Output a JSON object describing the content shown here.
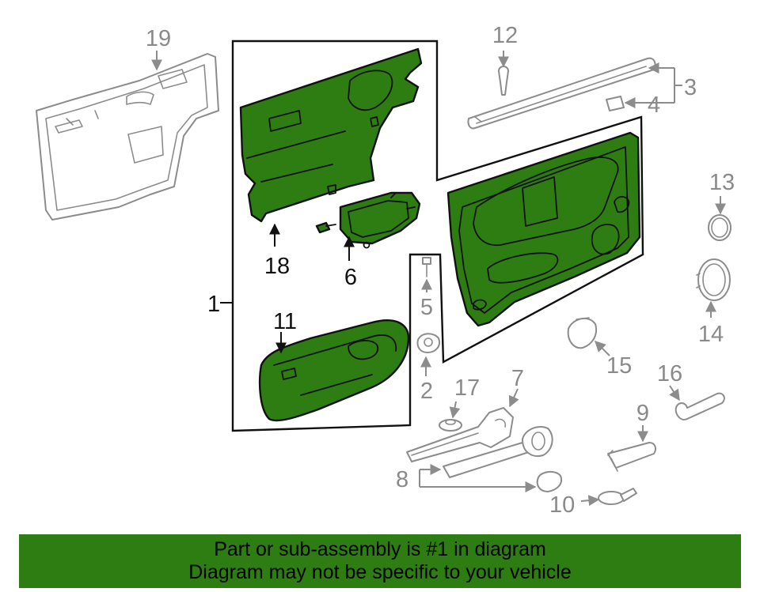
{
  "colors": {
    "highlight": "#2e7d13",
    "line": "#111111",
    "context": "#8c8c8c",
    "banner": "#2e7d13"
  },
  "callouts": {
    "c1": "1",
    "c2": "2",
    "c3": "3",
    "c4": "4",
    "c5": "5",
    "c6": "6",
    "c7": "7",
    "c8": "8",
    "c9": "9",
    "c10": "10",
    "c11": "11",
    "c12": "12",
    "c13": "13",
    "c14": "14",
    "c15": "15",
    "c16": "16",
    "c17": "17",
    "c18": "18",
    "c19": "19"
  },
  "banner": {
    "line1": "Part or sub-assembly is #1 in diagram",
    "line2": "Diagram may not be specific to your vehicle"
  }
}
